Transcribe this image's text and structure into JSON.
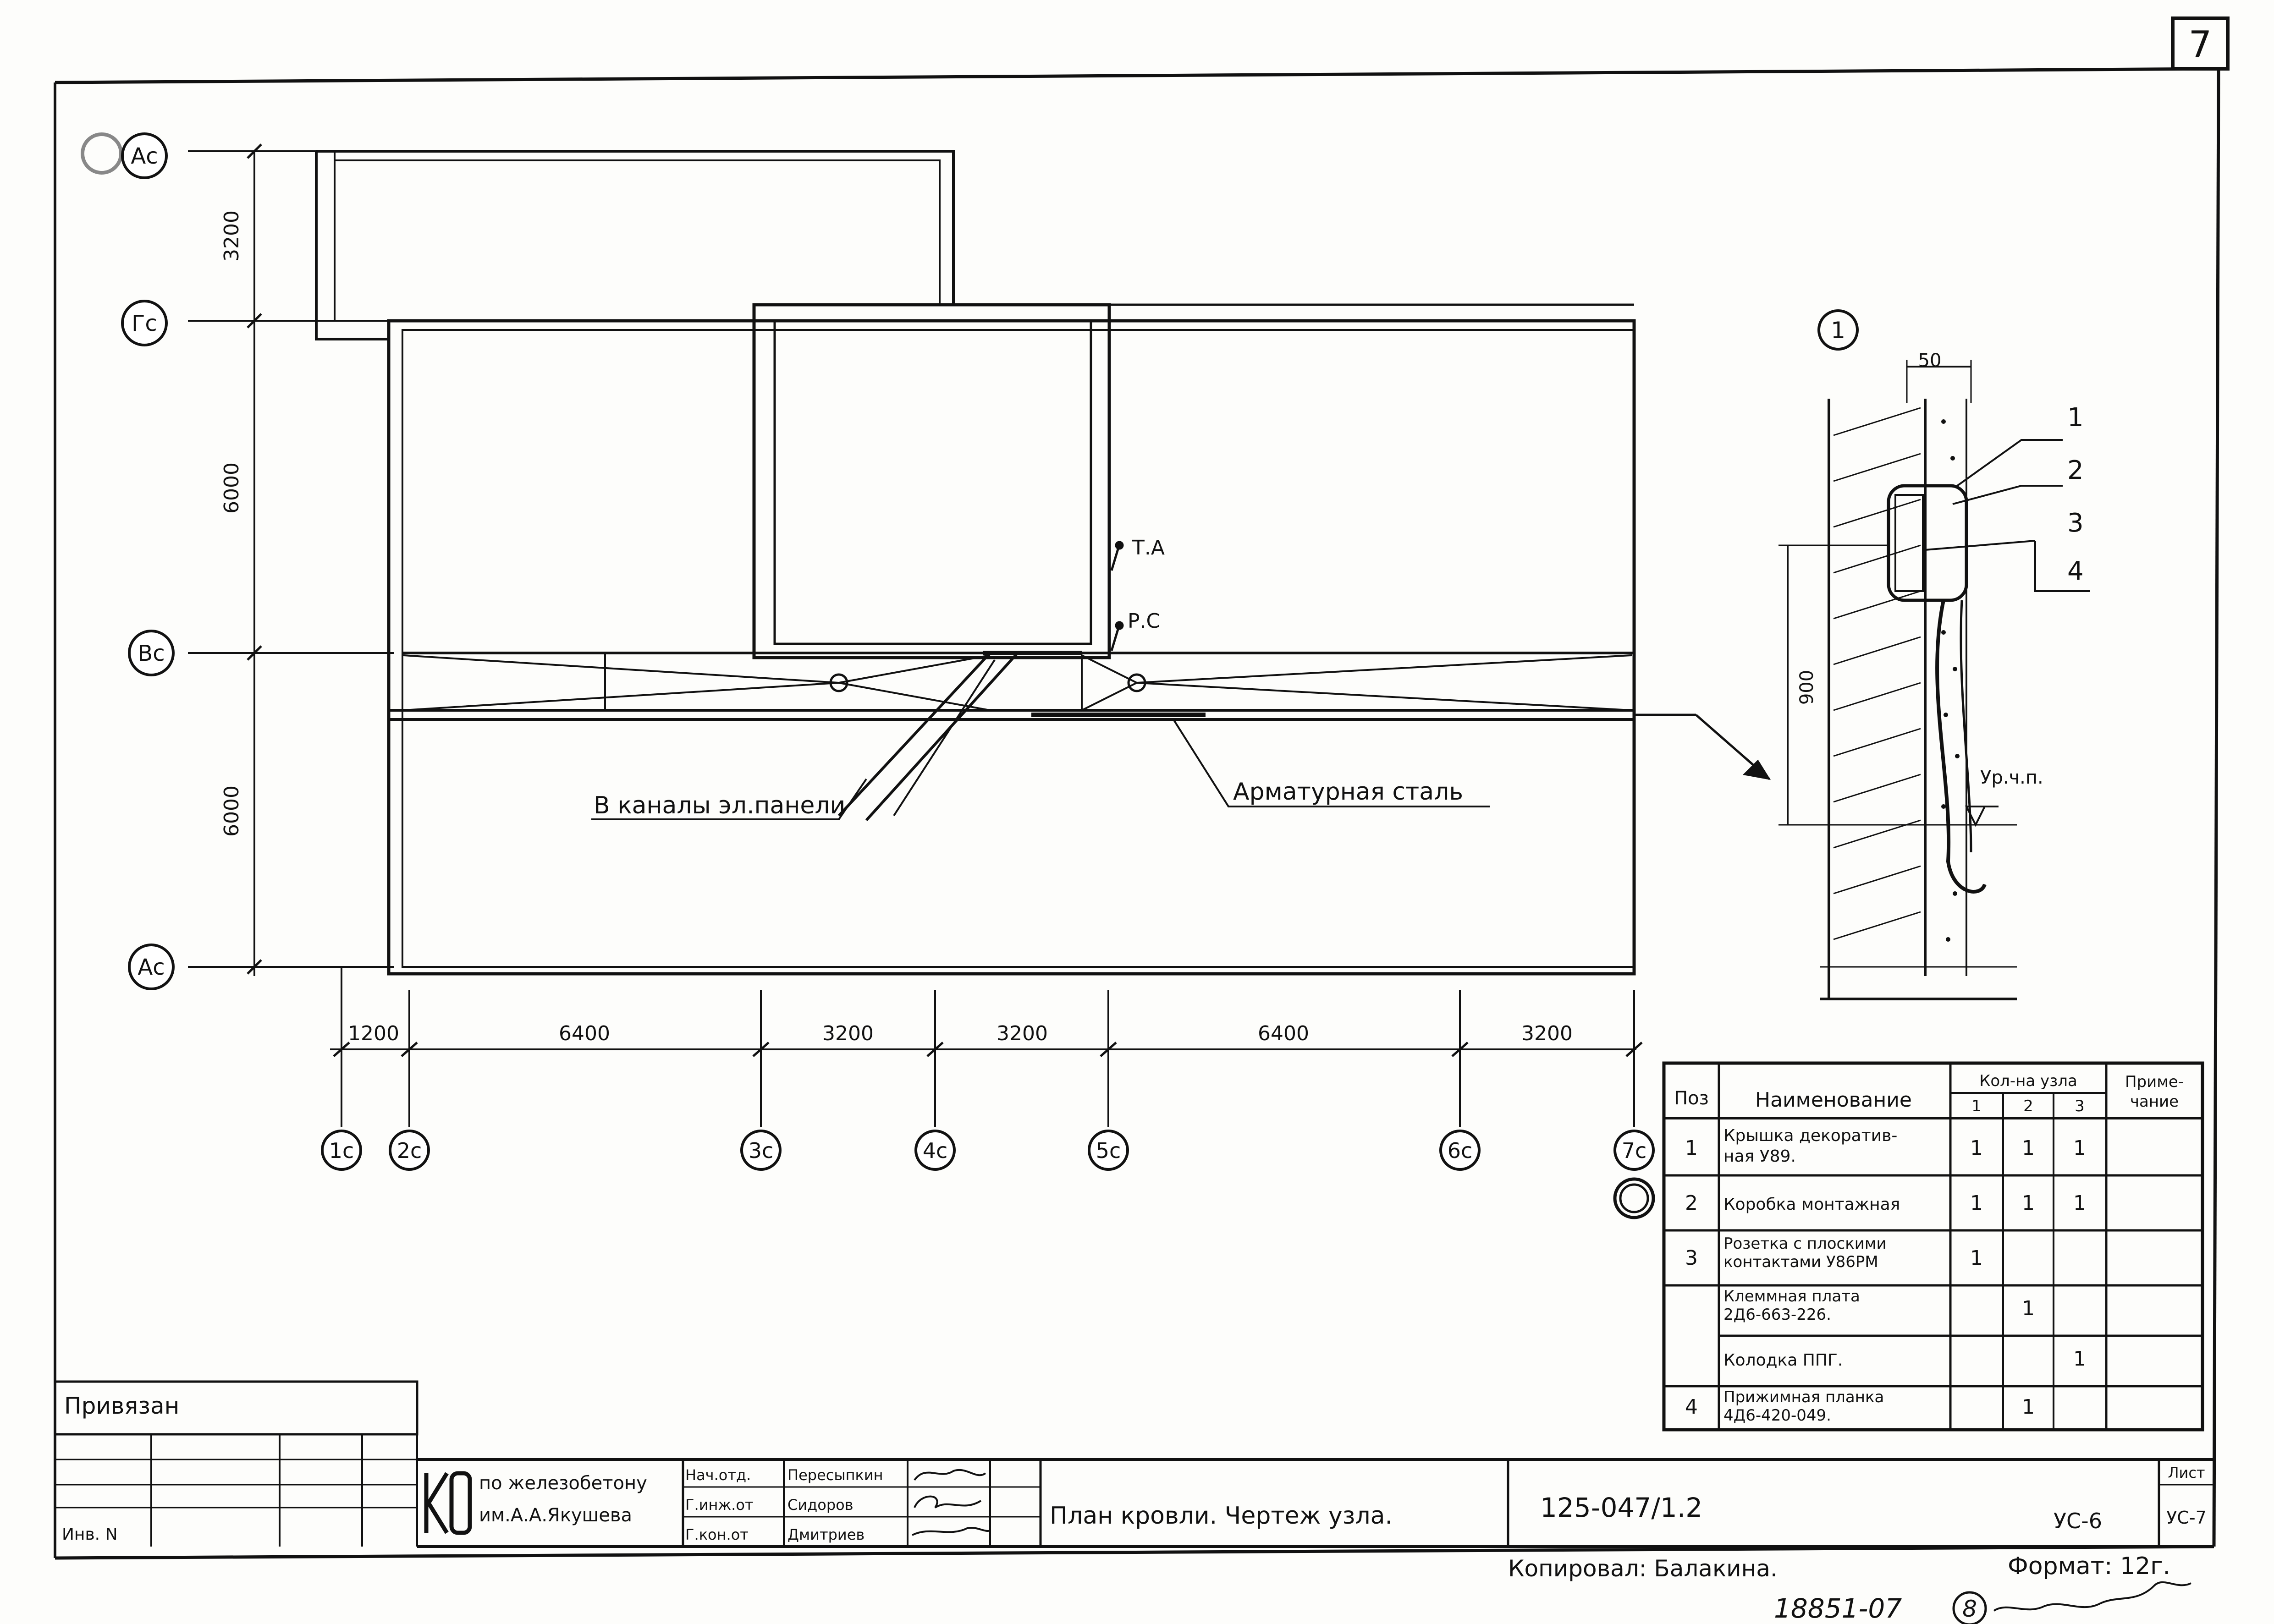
{
  "sheet_number": "7",
  "plan": {
    "label_ta": "Т.А",
    "label_rs": "Р.С",
    "label_panel_channels": "В каналы эл.панели",
    "label_reinforcing_steel": "Арматурная сталь",
    "dims_vertical": [
      "3200",
      "6000",
      "6000"
    ],
    "dims_horizontal": [
      "1200",
      "6400",
      "3200",
      "3200",
      "6400",
      "3200"
    ],
    "row_axes": [
      "Ас",
      "Гс",
      "Вс",
      "Ас"
    ],
    "col_axes": [
      "1с",
      "2с",
      "3с",
      "4с",
      "5с",
      "6с",
      "7с"
    ]
  },
  "detail": {
    "node_label": "1",
    "dim_top": "50",
    "dim_height": "900",
    "floor_level": "Ур.ч.п.",
    "callouts": [
      "1",
      "2",
      "3",
      "4"
    ]
  },
  "spec_table": {
    "headers": {
      "pos": "Поз",
      "name": "Наименование",
      "qty": "Кол-на узла",
      "nodes": [
        "1",
        "2",
        "3"
      ],
      "note_line1": "Приме-",
      "note_line2": "чание"
    },
    "rows": [
      {
        "pos": "1",
        "name_line1": "Крышка декоратив-",
        "name_line2": "ная У89.",
        "q1": "1",
        "q2": "1",
        "q3": "1"
      },
      {
        "pos": "2",
        "name_line1": "Коробка монтажная",
        "name_line2": "",
        "q1": "1",
        "q2": "1",
        "q3": "1"
      },
      {
        "pos": "3",
        "name_line1": "Розетка с плоскими",
        "name_line2": "контактами У86РМ",
        "q1": "1",
        "q2": "",
        "q3": ""
      },
      {
        "pos": "",
        "name_line1": "Клеммная плата",
        "name_line2": "2Д6-663-226.",
        "q1": "",
        "q2": "1",
        "q3": ""
      },
      {
        "pos": "",
        "name_line1": "Колодка ППГ.",
        "name_line2": "",
        "q1": "",
        "q2": "",
        "q3": "1"
      },
      {
        "pos": "4",
        "name_line1": "Прижимная планка",
        "name_line2": "4Д6-420-049.",
        "q1": "",
        "q2": "1",
        "q3": ""
      }
    ]
  },
  "binding": {
    "label": "Привязан",
    "inventory_label": "Инв. N"
  },
  "title_block": {
    "organization_line1": "по железобетону",
    "organization_line2": "им.А.А.Якушева",
    "signatures": [
      {
        "role": "Нач.отд.",
        "name": "Пересыпкин"
      },
      {
        "role": "Г.инж.от",
        "name": "Сидоров"
      },
      {
        "role": "Г.кон.от",
        "name": "Дмитриев"
      }
    ],
    "drawing_title": "План кровли. Чертеж узла.",
    "project_code": "125-047/1.2",
    "sheet_code": "УС-6",
    "sheet_label": "Лист",
    "sheet_designation": "УС-7"
  },
  "footer": {
    "copied_by": "Копировал: Балакина.",
    "format": "Формат: 12г.",
    "archive_number": "18851-07",
    "copy_number": "8"
  }
}
